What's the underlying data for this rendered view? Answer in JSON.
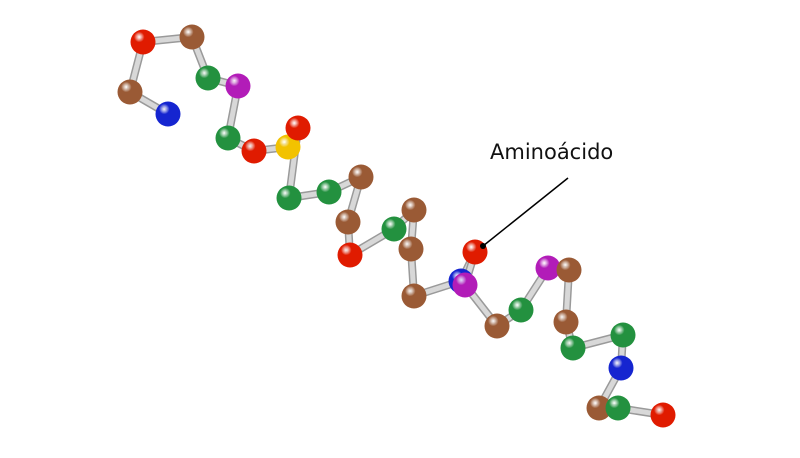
{
  "annotation": {
    "label": "Aminoácido"
  },
  "colors": {
    "background": "#ffffff",
    "bond": "#d8d8d8",
    "bond_shadow": "#9a9a9a",
    "pointer": "#000000",
    "atom_colors": {
      "brown": "#9a5a35",
      "green": "#23913f",
      "red": "#e01b00",
      "blue": "#1525d0",
      "magenta": "#b21cb8",
      "yellow": "#f2c200"
    }
  },
  "molecule": {
    "atom_sequence": [
      "blue",
      "brown",
      "red",
      "brown",
      "green",
      "magenta",
      "green",
      "red",
      "yellow",
      "red",
      "green",
      "green",
      "brown",
      "brown",
      "red",
      "green",
      "brown",
      "brown",
      "brown",
      "blue",
      "red",
      "magenta",
      "brown",
      "green",
      "magenta",
      "brown",
      "brown",
      "green",
      "green",
      "blue",
      "brown",
      "green",
      "red"
    ]
  }
}
